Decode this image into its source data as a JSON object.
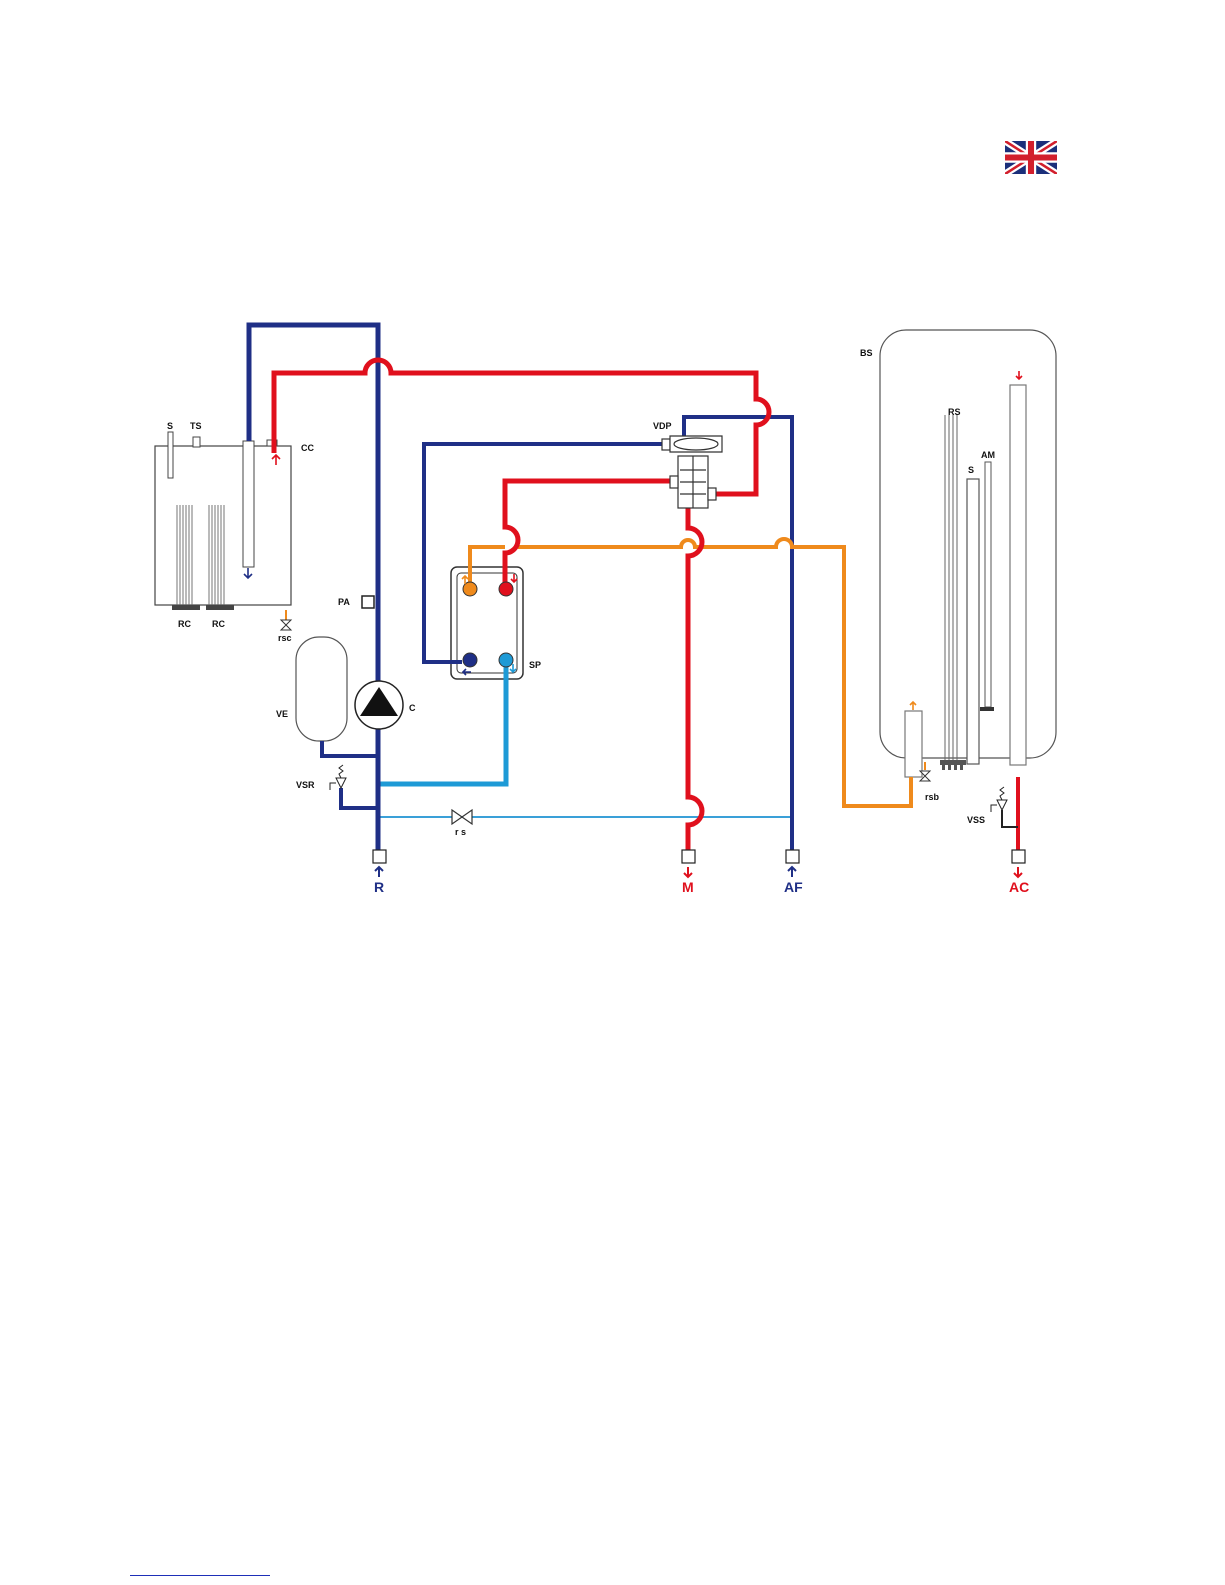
{
  "colors": {
    "return_blue": "#1f2f86",
    "hot_red": "#e0101d",
    "orange": "#ef8a1c",
    "light_blue": "#1e9ad6",
    "thin_blue": "#3aa0d8",
    "flag_blue": "#1b2f7a",
    "flag_red": "#d21f2c"
  },
  "flag": {
    "icon": "uk-flag-icon"
  },
  "labels": {
    "S_boiler": "S",
    "TS": "TS",
    "CC": "CC",
    "RC1": "RC",
    "RC2": "RC",
    "rsc": "rsc",
    "PA": "PA",
    "VE": "VE",
    "C": "C",
    "VSR": "VSR",
    "rs": "r s",
    "VDP": "VDP",
    "SP": "SP",
    "BS": "BS",
    "RS": "RS",
    "S_tank": "S",
    "AM": "AM",
    "rsb": "rsb",
    "VSS": "VSS"
  },
  "ports": {
    "R": "R",
    "M": "M",
    "AF": "AF",
    "AC": "AC"
  }
}
